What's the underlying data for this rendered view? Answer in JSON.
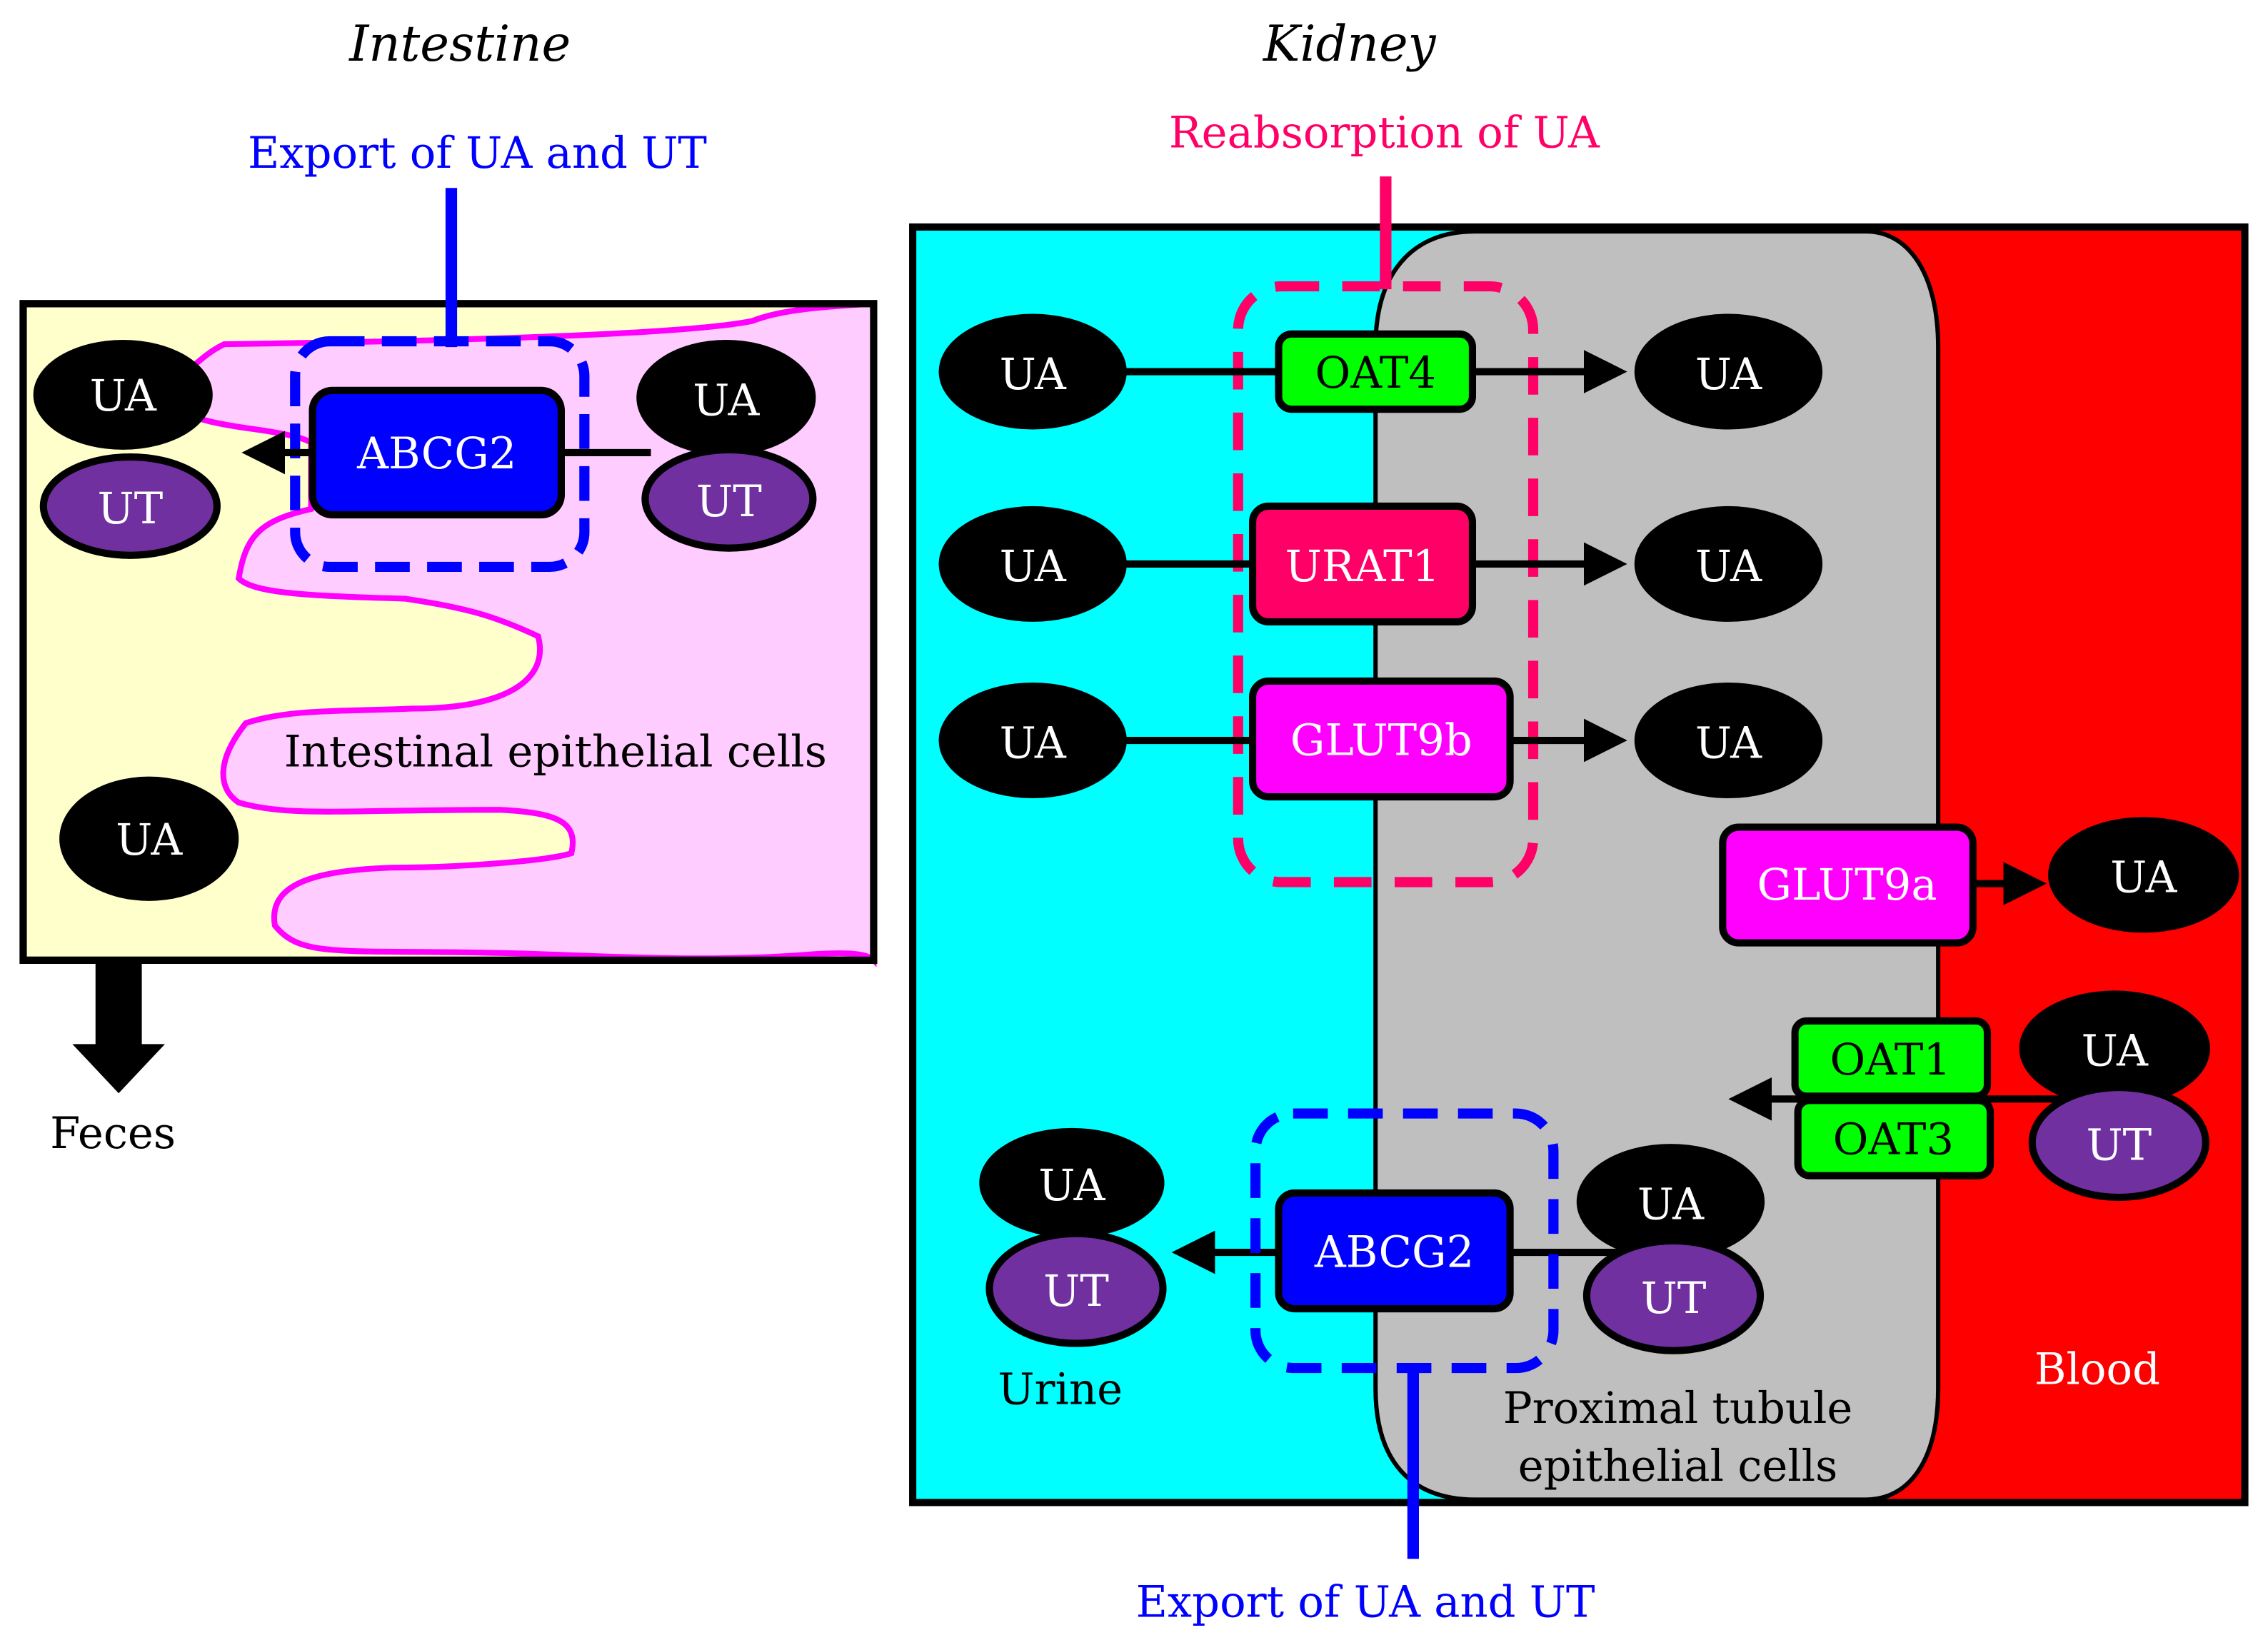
{
  "colors": {
    "intestine_lumen": "#FFFFCC",
    "intestine_cells": "#FFCCFF",
    "intestine_cells_outline": "#FF00FF",
    "urine": "#00FFFF",
    "tubule_cells": "#BFBFBF",
    "blood": "#FF0000",
    "export_blue": "#0000FF",
    "reabsorption_pink": "#FF0066",
    "oat_green": "#00FF00",
    "glut_magenta": "#FF00FF",
    "urat1_pink": "#FF0066",
    "ut_purple": "#7030A0",
    "ua_black": "#000000"
  },
  "intestine": {
    "title": "Intestine",
    "export_label": "Export of UA and UT",
    "transporter": "ABCG2",
    "cells_label": "Intestinal epithelial cells",
    "left_ua": "UA",
    "left_ut": "UT",
    "right_ua": "UA",
    "right_ut": "UT",
    "lumen_ua": "UA",
    "feces_label": "Feces"
  },
  "kidney": {
    "title": "Kidney",
    "reabsorption_label": "Reabsorption of UA",
    "export_label": "Export of UA and UT",
    "urine_label": "Urine",
    "cells_label_line1": "Proximal tubule",
    "cells_label_line2": "epithelial cells",
    "blood_label": "Blood",
    "reabsorption_rows": [
      {
        "transporter": "OAT4",
        "from": "UA",
        "to": "UA"
      },
      {
        "transporter": "URAT1",
        "from": "UA",
        "to": "UA"
      },
      {
        "transporter": "GLUT9b",
        "from": "UA",
        "to": "UA"
      }
    ],
    "glut9a": {
      "transporter": "GLUT9a",
      "to": "UA"
    },
    "oat_pair": {
      "top": "OAT1",
      "bottom": "OAT3",
      "ua": "UA",
      "ut": "UT"
    },
    "abcg2": {
      "transporter": "ABCG2",
      "urine_ua": "UA",
      "urine_ut": "UT",
      "cell_ua": "UA",
      "cell_ut": "UT"
    }
  }
}
